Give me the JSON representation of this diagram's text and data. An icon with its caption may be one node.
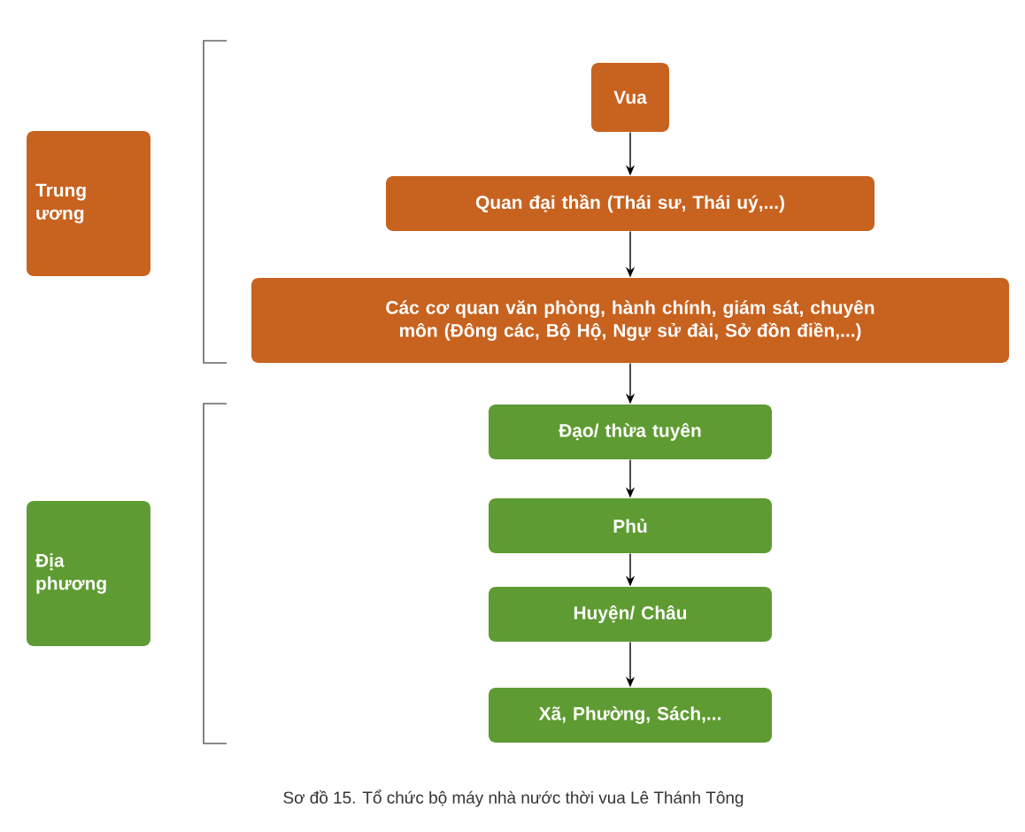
{
  "diagram": {
    "caption": "Sơ đồ 15. Tổ chức bộ máy nhà nước thời vua Lê Thánh Tông",
    "nodes": [
      {
        "text": [
          "Trung ương"
        ]
      },
      {
        "text": [
          "Vua"
        ]
      },
      {
        "text": [
          "Quan đại thần (Thái sư, Thái uý,...)"
        ]
      },
      {
        "text": [
          "Các cơ quan văn phòng, hành chính, giám sát, chuyên môn (Đông các, Bộ Hộ, Ngự sử đài, Sở đồn điền,...)"
        ]
      },
      {
        "text": [
          "Địa phương"
        ]
      },
      {
        "text": [
          "Đạo/ thừa tuyên"
        ]
      },
      {
        "text": [
          "Phủ"
        ]
      },
      {
        "text": [
          "Huyện/ Châu"
        ]
      },
      {
        "text": [
          "Xã, Phường, Sách,..."
        ]
      }
    ],
    "edges": [
      {
        "from": 1,
        "to": 2,
        "arrow": "to"
      },
      {
        "from": 2,
        "to": 3,
        "arrow": "to"
      },
      {
        "from": 3,
        "to": 5,
        "arrow": "to"
      },
      {
        "from": 5,
        "to": 6,
        "arrow": "to"
      },
      {
        "from": 6,
        "to": 7,
        "arrow": "to"
      },
      {
        "from": 7,
        "to": 8,
        "arrow": "to"
      }
    ]
  }
}
